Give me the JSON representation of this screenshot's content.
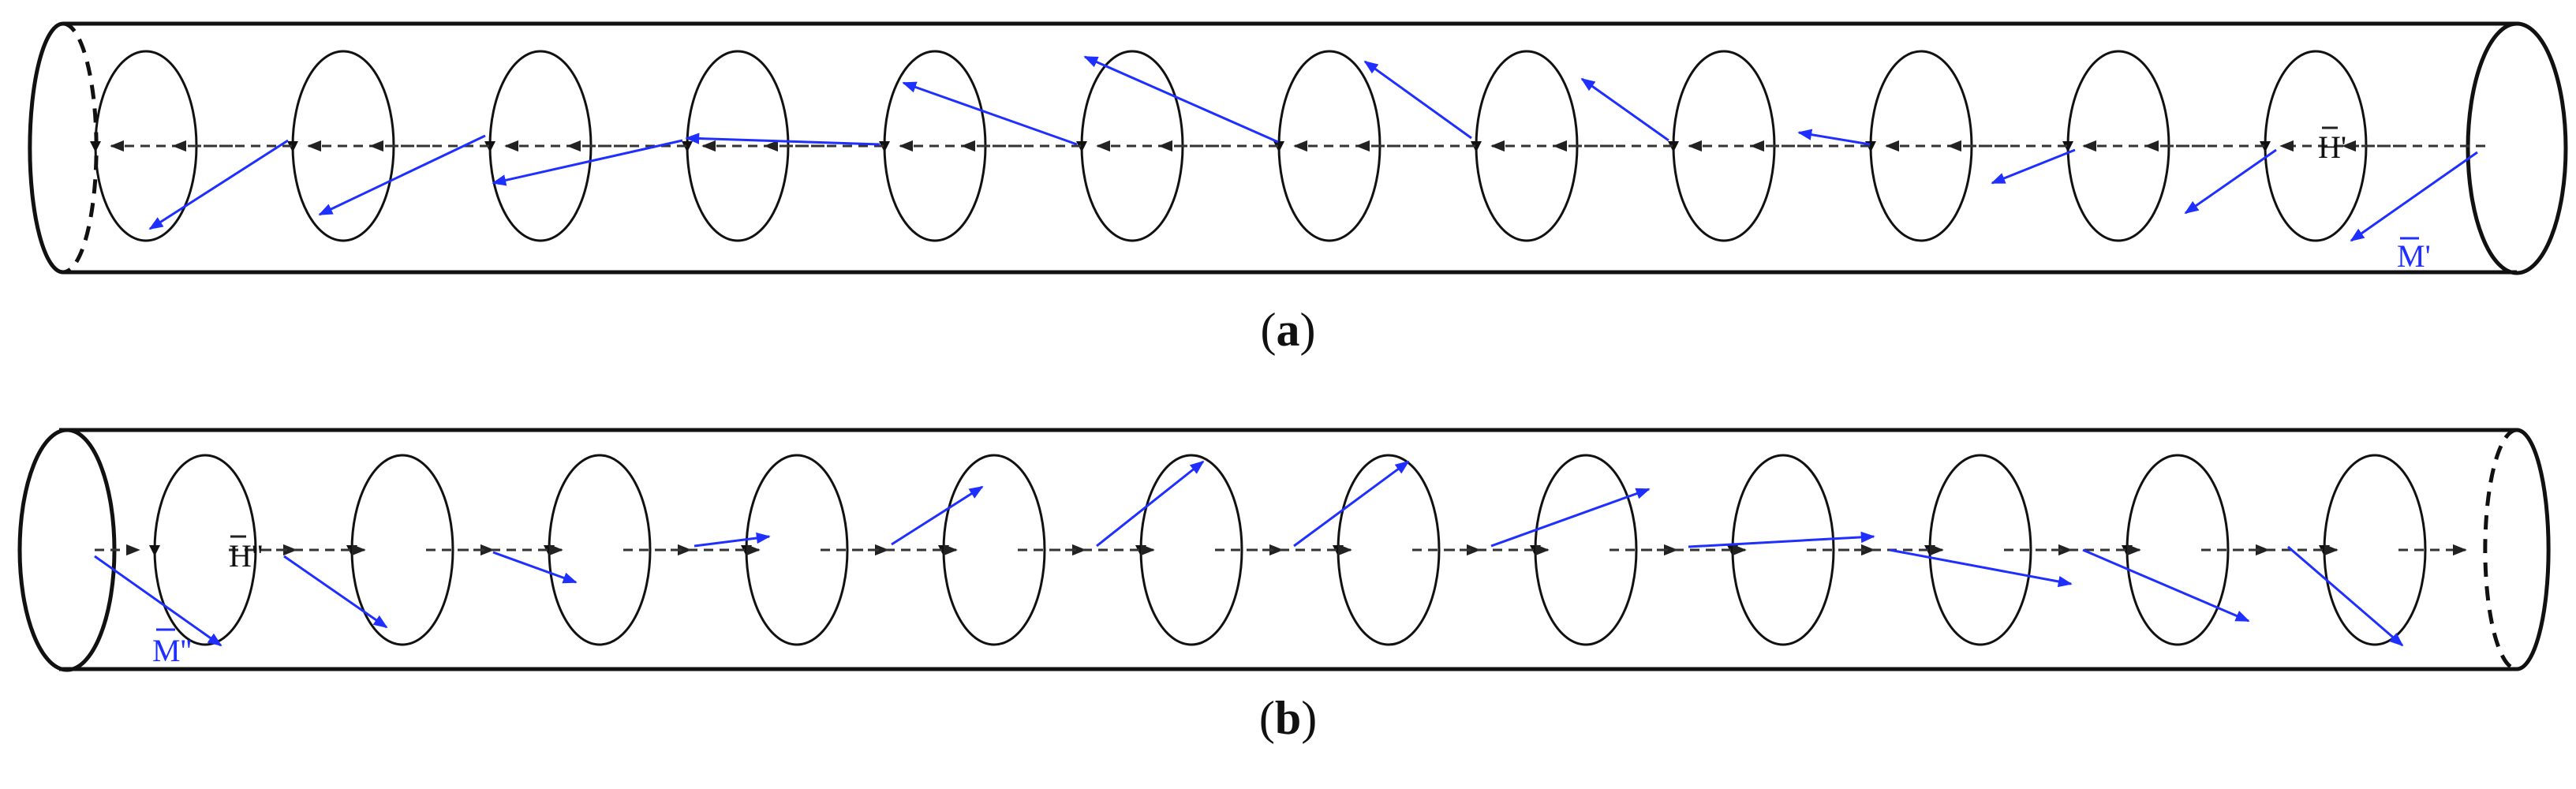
{
  "colors": {
    "outline": "#111111",
    "h_arrow": "#333333",
    "m_vector": "#1f2fff",
    "background": "#ffffff"
  },
  "panels": [
    {
      "id": "a",
      "caption_letter": "a",
      "h_label": "H'",
      "m_label": "M'",
      "h_direction": "left",
      "dashed_end": "left",
      "ring_count": 12
    },
    {
      "id": "b",
      "caption_letter": "b",
      "h_label": "H''",
      "m_label": "M''",
      "h_direction": "right",
      "dashed_end": "right",
      "ring_count": 12
    }
  ]
}
